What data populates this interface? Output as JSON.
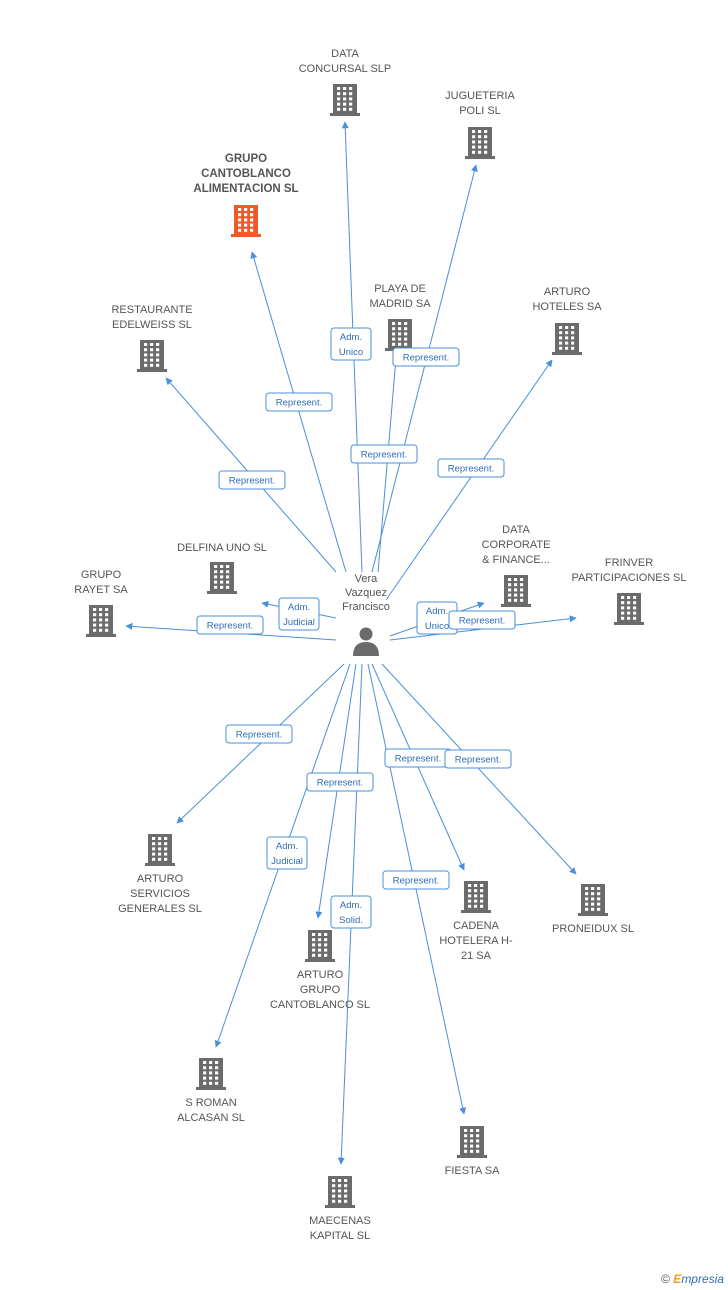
{
  "colors": {
    "edge": "#4a8fdb",
    "edge_text": "#2f6db5",
    "building": "#6b6b6b",
    "building_highlight": "#f05a28",
    "person": "#6b6b6b"
  },
  "center": {
    "name_lines": [
      "Vera",
      "Vazquez",
      "Francisco"
    ],
    "icon": "person-icon"
  },
  "nodes": [
    {
      "id": "data-concursal",
      "lines": [
        "DATA",
        "CONCURSAL SLP"
      ],
      "highlight": false
    },
    {
      "id": "jugueteria-poli",
      "lines": [
        "JUGUETERIA",
        "POLI SL"
      ],
      "highlight": false
    },
    {
      "id": "grupo-cantoblanco-alimentacion",
      "lines": [
        "GRUPO",
        "CANTOBLANCO",
        "ALIMENTACION SL"
      ],
      "highlight": true
    },
    {
      "id": "playa-de-madrid",
      "lines": [
        "PLAYA DE",
        "MADRID SA"
      ],
      "highlight": false
    },
    {
      "id": "arturo-hoteles",
      "lines": [
        "ARTURO",
        "HOTELES SA"
      ],
      "highlight": false
    },
    {
      "id": "restaurante-edelweiss",
      "lines": [
        "RESTAURANTE",
        "EDELWEISS SL"
      ],
      "highlight": false
    },
    {
      "id": "delfina-uno",
      "lines": [
        "DELFINA UNO SL"
      ],
      "highlight": false
    },
    {
      "id": "data-corporate",
      "lines": [
        "DATA",
        "CORPORATE",
        "& FINANCE..."
      ],
      "highlight": false
    },
    {
      "id": "frinver",
      "lines": [
        "FRINVER",
        "PARTICIPACIONES SL"
      ],
      "highlight": false
    },
    {
      "id": "grupo-rayet",
      "lines": [
        "GRUPO",
        "RAYET SA"
      ],
      "highlight": false
    },
    {
      "id": "arturo-servicios",
      "lines": [
        "ARTURO",
        "SERVICIOS",
        "GENERALES SL"
      ],
      "highlight": false
    },
    {
      "id": "arturo-grupo-cantoblanco",
      "lines": [
        "ARTURO",
        "GRUPO",
        "CANTOBLANCO SL"
      ],
      "highlight": false
    },
    {
      "id": "cadena-hotelera",
      "lines": [
        "CADENA",
        "HOTELERA H-",
        "21 SA"
      ],
      "highlight": false
    },
    {
      "id": "proneidux",
      "lines": [
        "PRONEIDUX  SL"
      ],
      "highlight": false
    },
    {
      "id": "s-roman-alcasan",
      "lines": [
        "S ROMAN",
        "ALCASAN SL"
      ],
      "highlight": false
    },
    {
      "id": "fiesta",
      "lines": [
        "FIESTA SA"
      ],
      "highlight": false
    },
    {
      "id": "maecenas-kapital",
      "lines": [
        "MAECENAS",
        "KAPITAL SL"
      ],
      "highlight": false
    }
  ],
  "edges": [
    {
      "target": "data-concursal",
      "label_lines": [
        "Adm.",
        "Unico"
      ]
    },
    {
      "target": "jugueteria-poli",
      "label_lines": [
        "Represent."
      ]
    },
    {
      "target": "grupo-cantoblanco-alimentacion",
      "label_lines": [
        "Represent."
      ]
    },
    {
      "target": "playa-de-madrid",
      "label_lines": [
        "Represent."
      ]
    },
    {
      "target": "arturo-hoteles",
      "label_lines": [
        "Represent."
      ]
    },
    {
      "target": "restaurante-edelweiss",
      "label_lines": [
        "Represent."
      ]
    },
    {
      "target": "delfina-uno",
      "label_lines": [
        "Adm.",
        "Judicial"
      ]
    },
    {
      "target": "data-corporate",
      "label_lines": [
        "Adm.",
        "Unico"
      ]
    },
    {
      "target": "frinver",
      "label_lines": [
        "Represent."
      ]
    },
    {
      "target": "grupo-rayet",
      "label_lines": [
        "Represent."
      ]
    },
    {
      "target": "arturo-servicios",
      "label_lines": [
        "Represent."
      ]
    },
    {
      "target": "arturo-grupo-cantoblanco",
      "label_lines": [
        "Represent."
      ]
    },
    {
      "target": "cadena-hotelera",
      "label_lines": [
        "Represent."
      ]
    },
    {
      "target": "proneidux",
      "label_lines": [
        "Represent."
      ]
    },
    {
      "target": "s-roman-alcasan",
      "label_lines": [
        "Adm.",
        "Judicial"
      ]
    },
    {
      "target": "fiesta",
      "label_lines": [
        "Represent."
      ]
    },
    {
      "target": "maecenas-kapital",
      "label_lines": [
        "Adm.",
        "Solid."
      ]
    }
  ],
  "footer": {
    "copyright": "©",
    "brand_initial": "E",
    "brand_rest": "mpresia"
  }
}
